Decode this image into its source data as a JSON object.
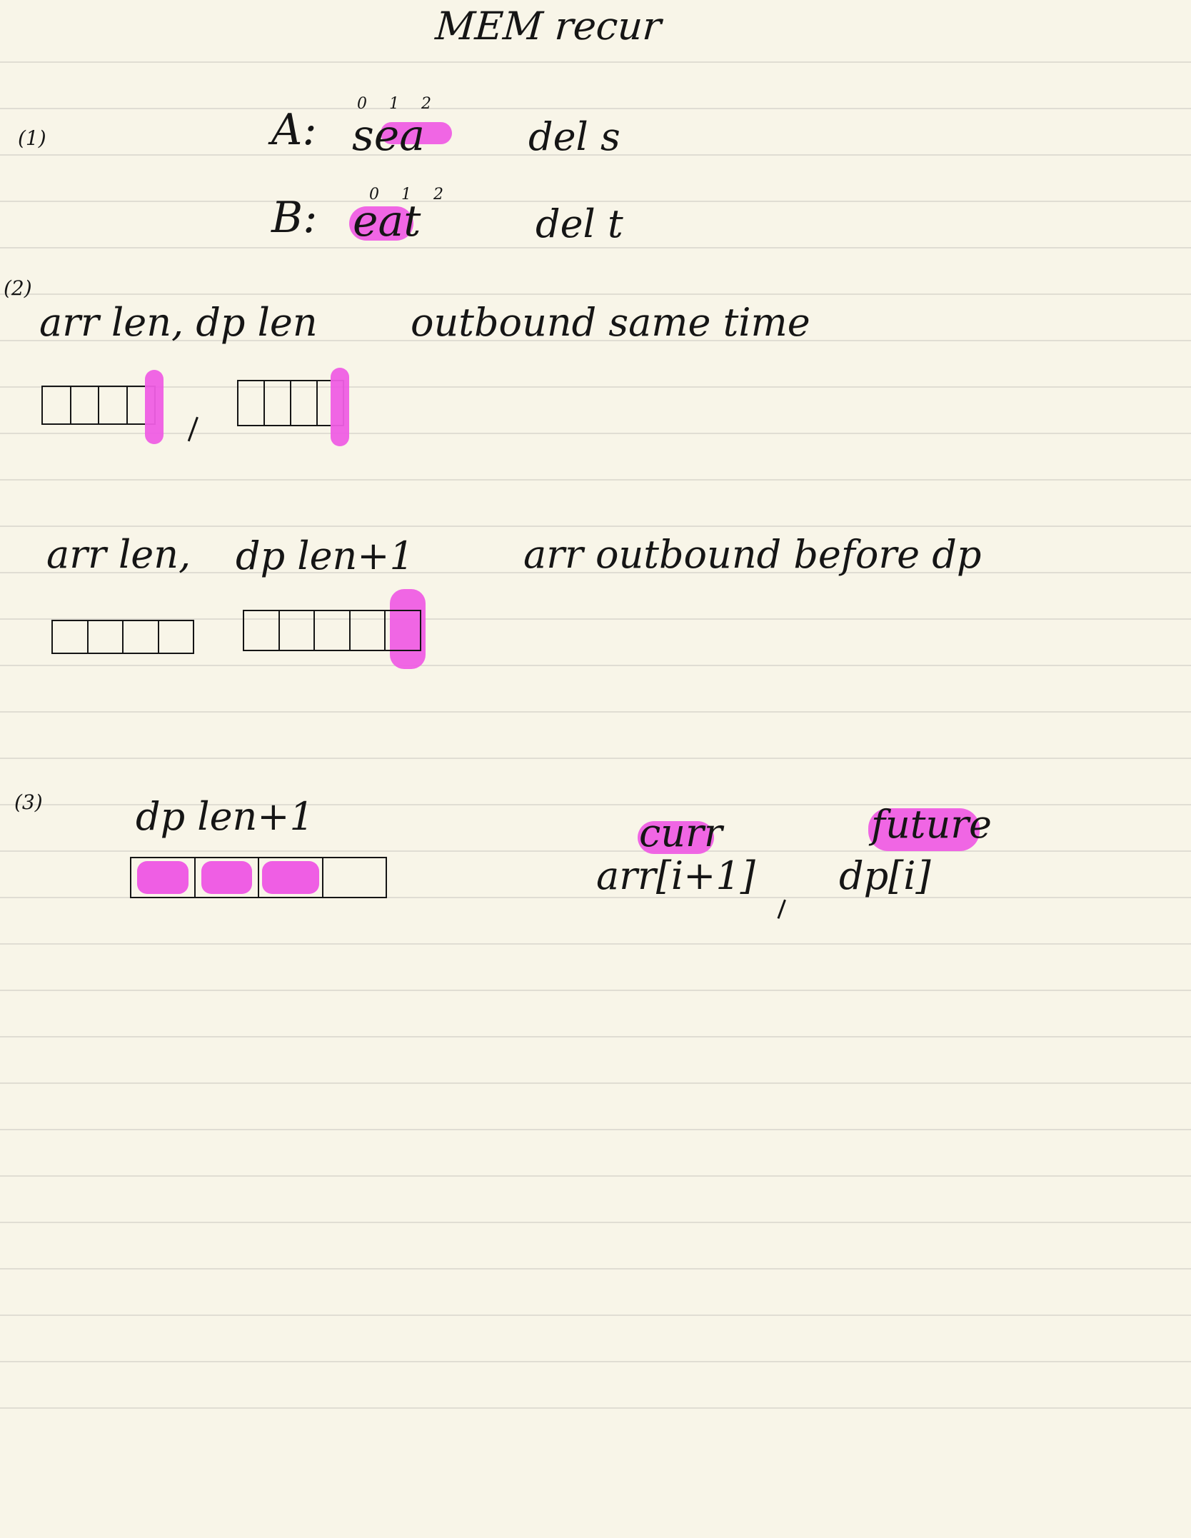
{
  "page": {
    "title": "MEM recur"
  },
  "section1": {
    "number": "(1)",
    "a_label": "A:",
    "a_word": "sea",
    "a_index": "0 1 2",
    "a_note": "del s",
    "b_label": "B:",
    "b_word": "eat",
    "b_index": "0 1 2",
    "b_note": "del t"
  },
  "section2": {
    "number": "(2)",
    "line1": "arr len, dp len",
    "line1_note": "outbound same time",
    "line2_left": "arr len,",
    "line2_mid": "dp len+1",
    "line2_right": "arr outbound before dp"
  },
  "section3": {
    "number": "(3)",
    "label": "dp len+1",
    "curr": "curr",
    "future": "future",
    "expr_left": "arr[i+1]",
    "expr_right": "dp[i]"
  },
  "colors": {
    "paper": "#f8f5e8",
    "ink": "#151515",
    "highlight": "#ef5ee4",
    "rule": "#d8d5cc"
  }
}
